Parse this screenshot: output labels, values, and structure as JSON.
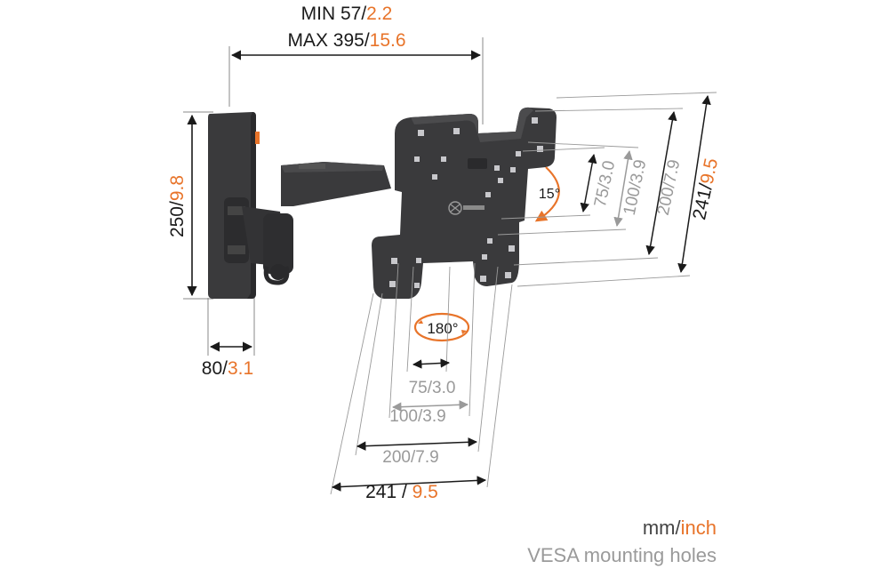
{
  "colors": {
    "accent": "#e8742a",
    "dark": "#1a1a1a",
    "gray": "#9a9a9a",
    "bracket": "#3a3a3c"
  },
  "top_dim": {
    "min_mm": "MIN 57",
    "min_in": "2.2",
    "max_mm": "MAX 395",
    "max_in": "15.6"
  },
  "height_dim": {
    "mm": "250",
    "in": "9.8"
  },
  "width_dim": {
    "mm": "80",
    "in": "3.1"
  },
  "tilt_label": "15°",
  "swivel_label": "180°",
  "vesa_vertical": [
    {
      "mm": "75",
      "in": "3.0"
    },
    {
      "mm": "100",
      "in": "3.9"
    },
    {
      "mm": "200",
      "in": "7.9"
    },
    {
      "mm": "241",
      "in": "9.5"
    }
  ],
  "vesa_horizontal": [
    {
      "mm": "75",
      "in": "3.0"
    },
    {
      "mm": "100",
      "in": "3.9"
    },
    {
      "mm": "200",
      "in": "7.9"
    },
    {
      "mm": "241",
      "in": "9.5"
    }
  ],
  "legend": {
    "mm": "mm",
    "inch": "inch",
    "caption": "VESA mounting holes"
  },
  "icons": [
    "wall-plate",
    "swivel-arm",
    "vesa-plate",
    "logo-mark"
  ]
}
